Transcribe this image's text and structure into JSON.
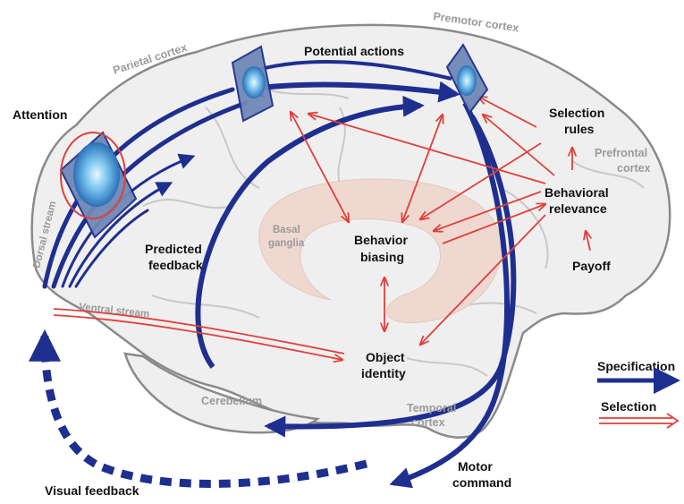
{
  "regions": {
    "parietal": "Parietal cortex",
    "premotor": "Premotor cortex",
    "prefrontal_1": "Prefrontal",
    "prefrontal_2": "cortex",
    "basal_1": "Basal",
    "basal_2": "ganglia",
    "cerebellum": "Cerebellum",
    "temporal_1": "Temporal",
    "temporal_2": "cortex",
    "dorsal_stream": "Dorsal stream",
    "ventral_stream": "Ventral stream"
  },
  "nodes": {
    "attention": "Attention",
    "potential_actions": "Potential actions",
    "predicted_1": "Predicted",
    "predicted_2": "feedback",
    "selection_rules_1": "Selection",
    "selection_rules_2": "rules",
    "behavioral_relevance_1": "Behavioral",
    "behavioral_relevance_2": "relevance",
    "behavior_biasing_1": "Behavior",
    "behavior_biasing_2": "biasing",
    "payoff": "Payoff",
    "object_identity_1": "Object",
    "object_identity_2": "identity",
    "motor_command_1": "Motor",
    "motor_command_2": "command",
    "visual_feedback": "Visual feedback"
  },
  "legend": {
    "specification": "Specification",
    "selection": "Selection"
  },
  "colors": {
    "blue": "#1f2f8f",
    "red": "#e0403a",
    "brain_fill": "#efefef",
    "outline": "#8a8a8a",
    "basal_fill": "#efd8d0"
  }
}
